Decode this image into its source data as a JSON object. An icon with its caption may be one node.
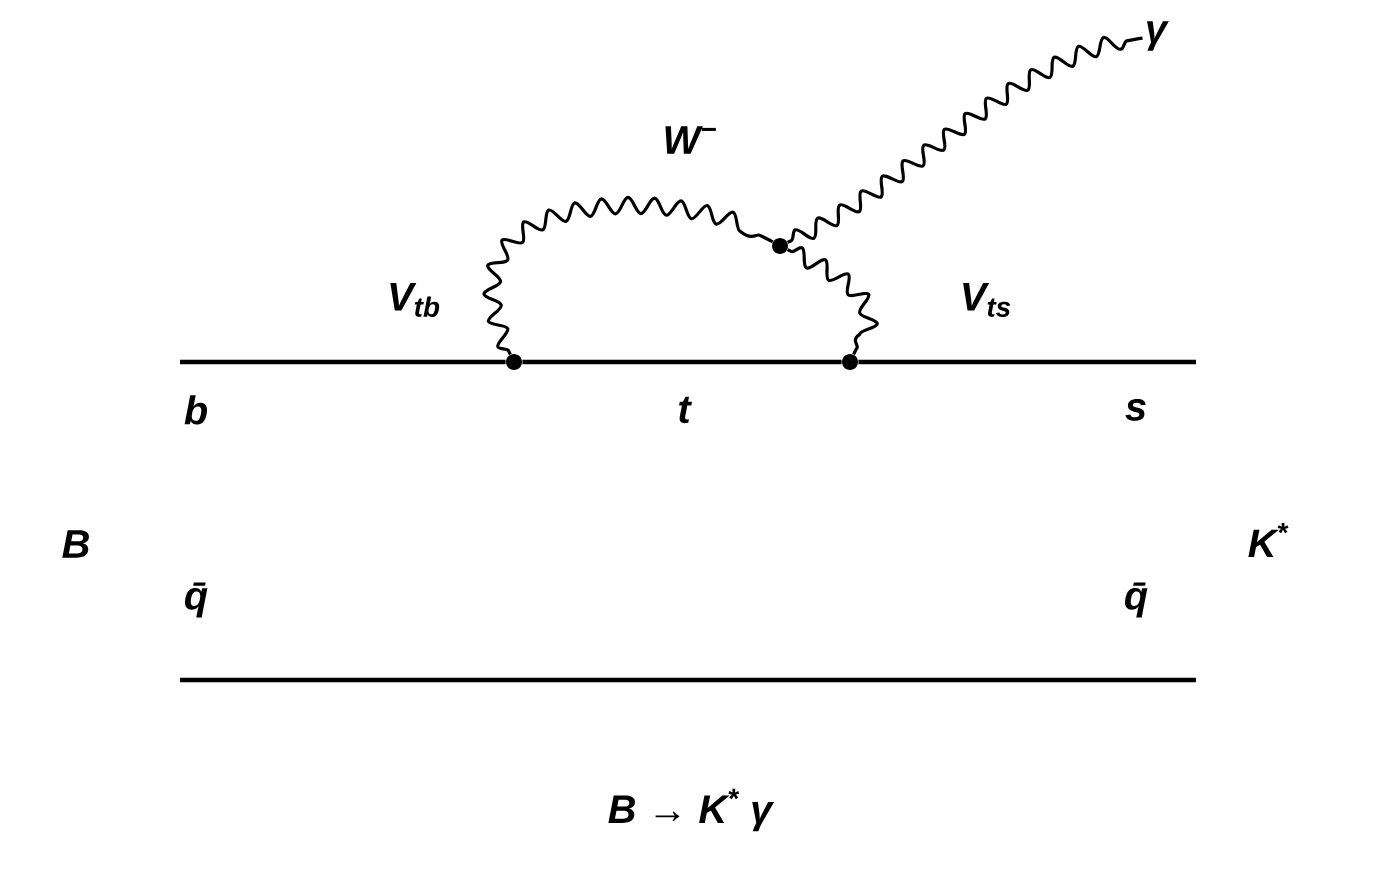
{
  "diagram": {
    "caption": "B → K$^{*}$ γ",
    "nodes": [
      {
        "text": [],
        "shape": "circle",
        "beside": [
          "V$_{tb}$"
        ]
      },
      {
        "text": [],
        "shape": "circle",
        "beside": [
          "V$_{ts}$"
        ]
      },
      {
        "text": [],
        "shape": "circle"
      },
      {
        "text": [
          "γ"
        ]
      }
    ],
    "edges": [
      {
        "from": null,
        "to": 0,
        "arrow": "none",
        "label": "b"
      },
      {
        "from": 0,
        "to": 1,
        "arrow": "none",
        "label": "t"
      },
      {
        "from": 1,
        "to": null,
        "arrow": "none",
        "label": "s"
      },
      {
        "from": 0,
        "to": 2,
        "arrow": "none",
        "label": "W$^{−}$"
      },
      {
        "from": 2,
        "to": 1,
        "arrow": "none"
      },
      {
        "from": 2,
        "to": 3,
        "arrow": "none"
      }
    ],
    "labels": [
      "B",
      "q̄",
      "q̄",
      "K$^{*}$"
    ]
  }
}
